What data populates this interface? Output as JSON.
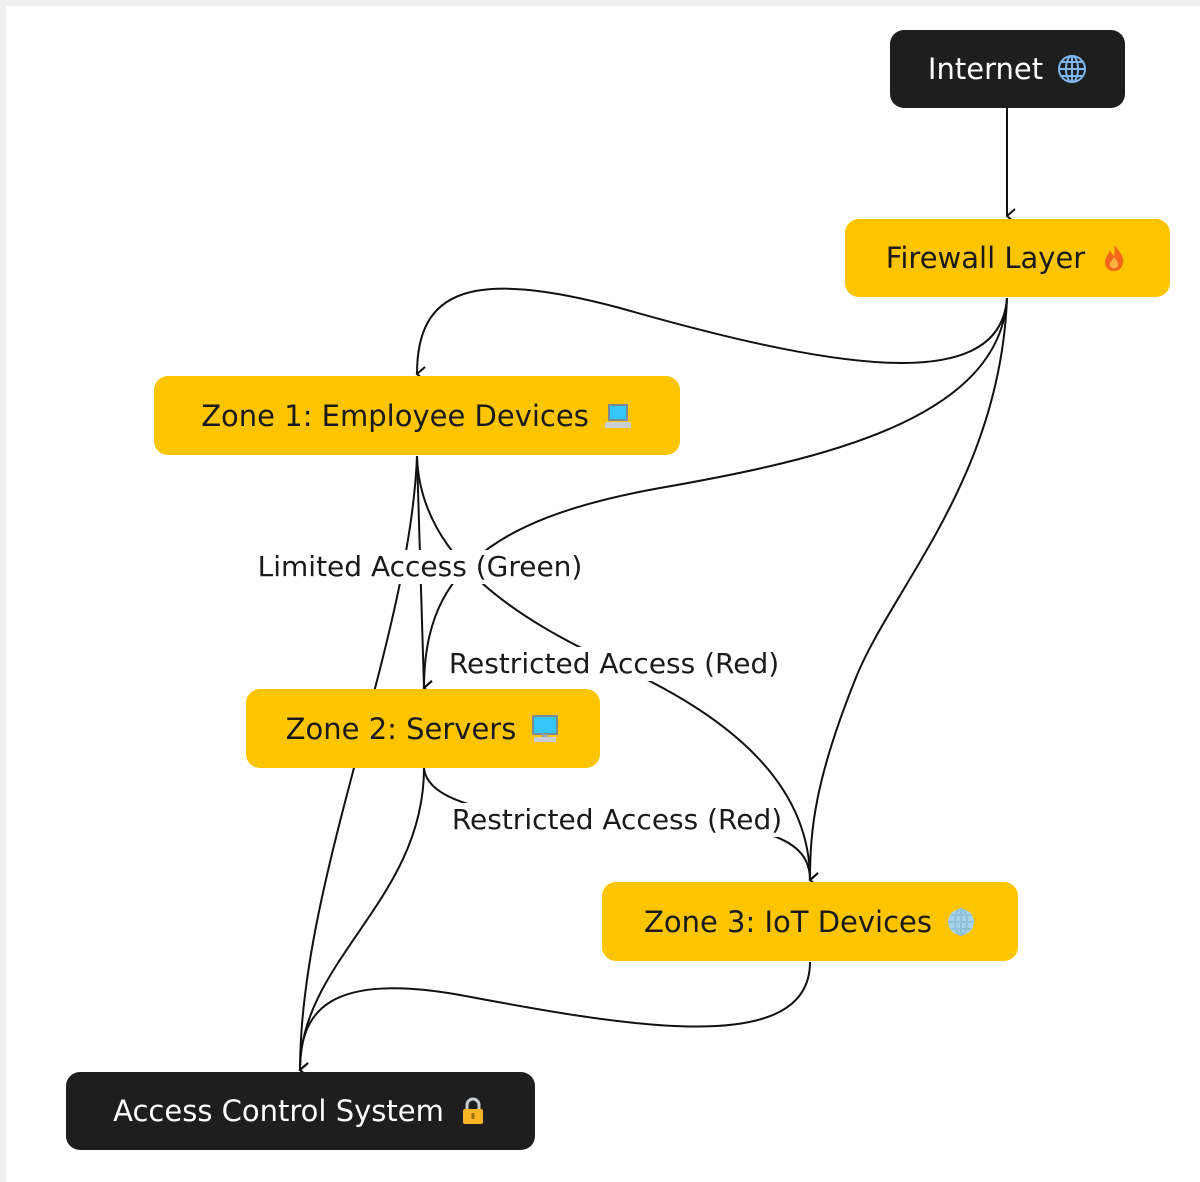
{
  "nodes": {
    "internet": {
      "label": "Internet",
      "icon": "globe-icon"
    },
    "firewall": {
      "label": "Firewall Layer",
      "icon": "fire-icon"
    },
    "zone1": {
      "label": "Zone 1: Employee Devices",
      "icon": "laptop-icon"
    },
    "zone2": {
      "label": "Zone 2: Servers",
      "icon": "desktop-computer-icon"
    },
    "zone3": {
      "label": "Zone 3: IoT Devices",
      "icon": "globe-icon"
    },
    "access": {
      "label": "Access Control System",
      "icon": "lock-icon"
    }
  },
  "edge_labels": {
    "zone1_zone2": "Limited Access (Green)",
    "zone1_zone3": "Restricted Access (Red)",
    "zone2_zone3": "Restricted Access (Red)"
  },
  "colors": {
    "dark": "#1e1e1e",
    "accent": "#fcc500",
    "edge": "#000000"
  }
}
